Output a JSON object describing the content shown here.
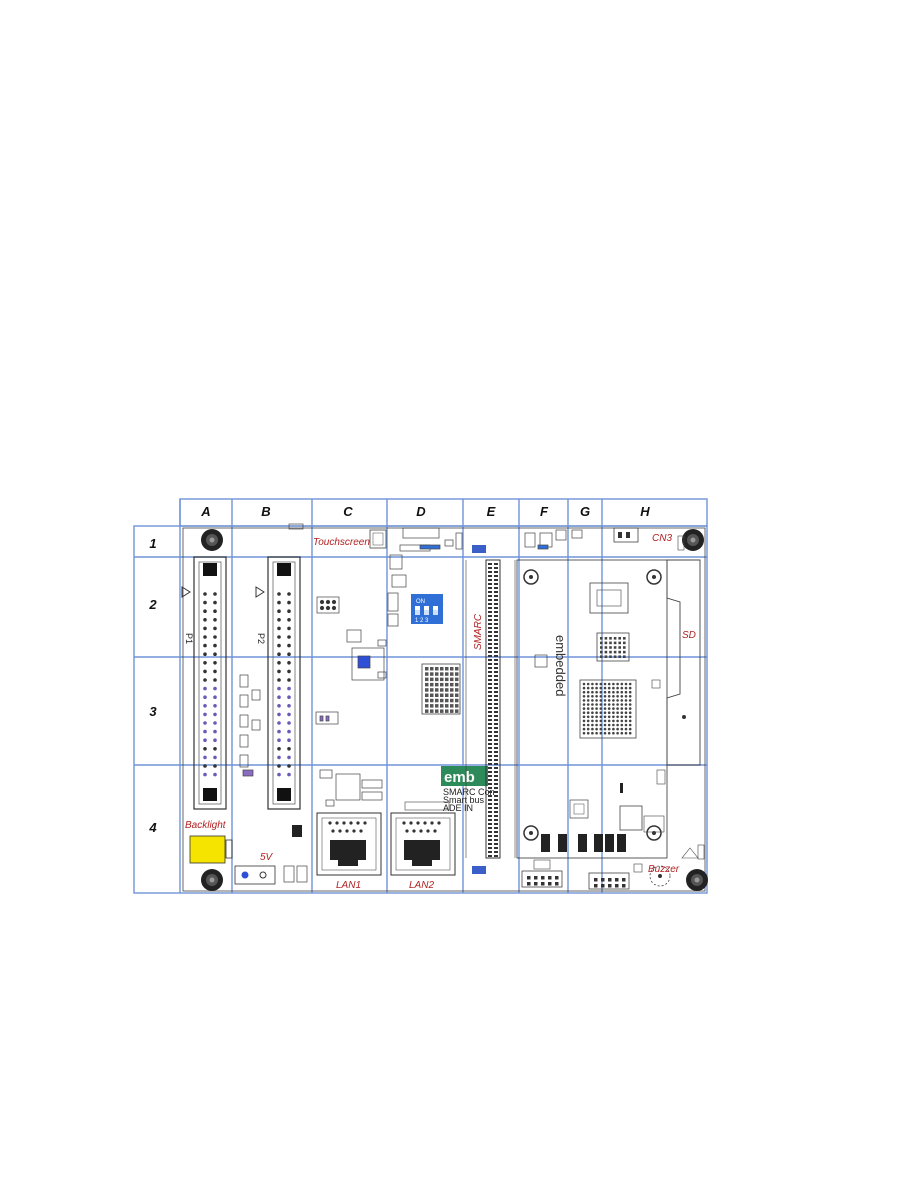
{
  "columns": [
    "A",
    "B",
    "C",
    "D",
    "E",
    "F",
    "G",
    "H"
  ],
  "rows": [
    "1",
    "2",
    "3",
    "4"
  ],
  "labels": {
    "touchscreen": "Touchscreen",
    "cn3": "CN3",
    "smarc": "SMARC",
    "sd": "SD",
    "backlight": "Backlight",
    "five_v": "5V",
    "lan1": "LAN1",
    "lan2": "LAN2",
    "buzzer": "Buzzer",
    "p1": "P1",
    "p2": "P2",
    "dip_on": "ON",
    "dip_nums": "1 2 3",
    "brand": "embedded",
    "logo": "emb",
    "logo_sub": "SMARC Con",
    "logo_sub2": "Smart bus",
    "logo_sub3": "ADE IN"
  },
  "colors": {
    "grid": "#6f93d8",
    "accent_red": "#b22222",
    "dip_switch": "#2f6fd6",
    "backlight_highlight": "#f5e400",
    "logo_green": "#2d8a5a"
  }
}
